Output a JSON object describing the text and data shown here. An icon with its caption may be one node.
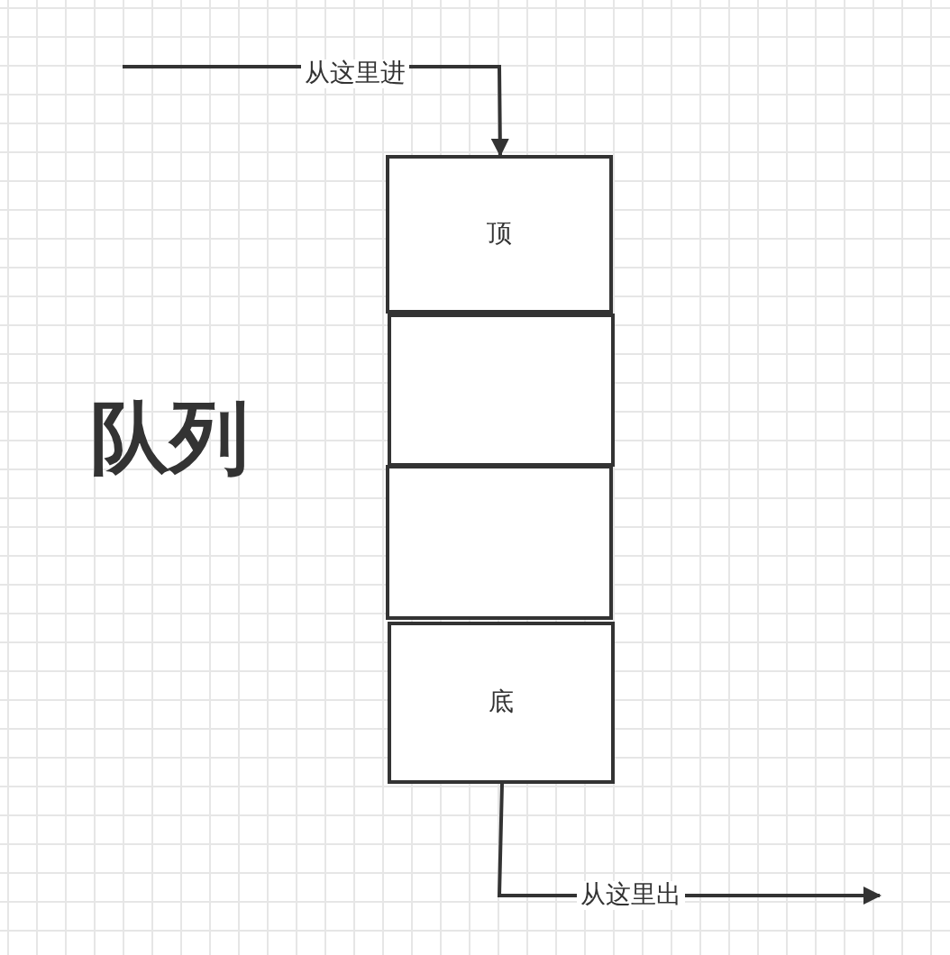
{
  "diagram": {
    "title": "队列",
    "nodes": [
      {
        "text": [
          "顶"
        ]
      },
      {
        "text": [],
        "shape": "box"
      },
      {
        "text": [],
        "shape": "box"
      },
      {
        "text": [
          "底"
        ]
      }
    ],
    "edges": [
      {
        "from": null,
        "to": 0,
        "arrow": "to",
        "label": "从这里进"
      },
      {
        "from": 3,
        "to": null,
        "arrow": "to",
        "label": "从这里出"
      }
    ]
  }
}
